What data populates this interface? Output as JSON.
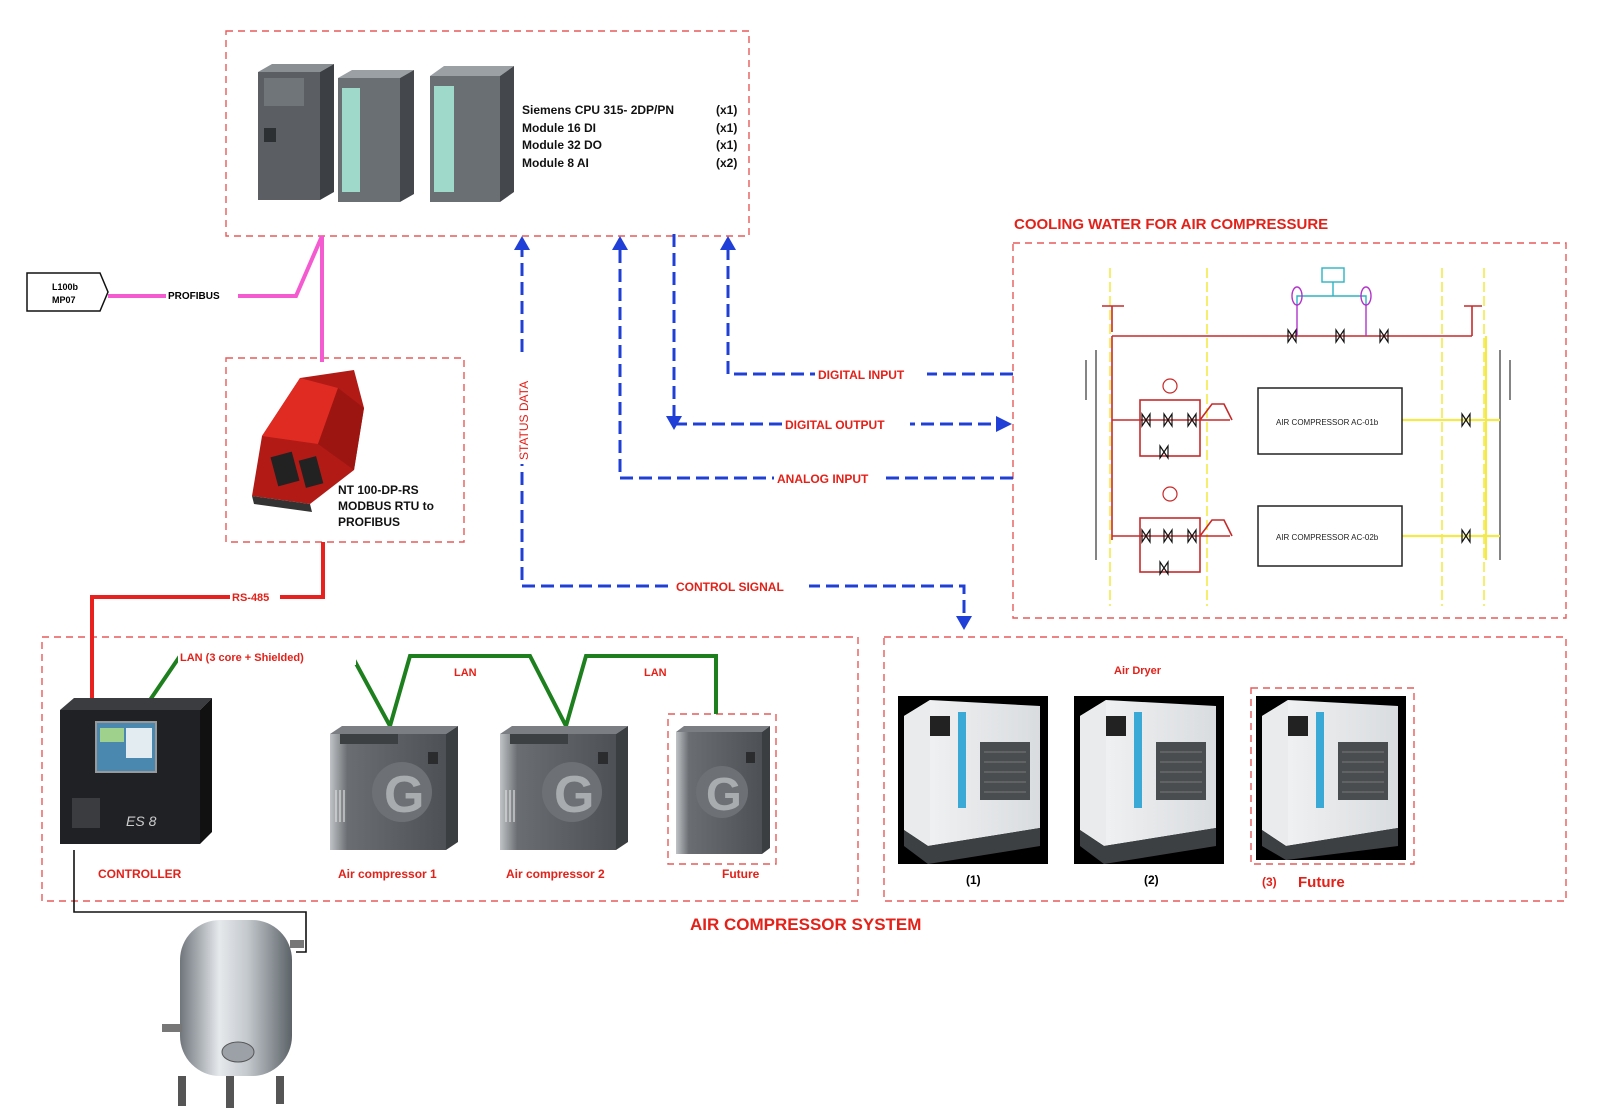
{
  "colors": {
    "accent_red": "#e32119",
    "signal_blue": "#1f3fd6",
    "profibus_pink": "#f45bd0",
    "rs485_red": "#e8201e",
    "lan_green": "#1d7f1d"
  },
  "plc": {
    "items": [
      {
        "name": "Siemens CPU 315- 2DP/PN",
        "qty": "(x1)"
      },
      {
        "name": "Module 16 DI",
        "qty": "(x1)"
      },
      {
        "name": "Module 32 DO",
        "qty": "(x1)"
      },
      {
        "name": "Module  8 AI",
        "qty": "(x2)"
      }
    ]
  },
  "hmi": {
    "line1": "L100b",
    "line2": "MP07"
  },
  "links": {
    "profibus": "PROFIBUS",
    "rs485": "RS-485",
    "lan1": "LAN (3 core + Shielded)",
    "lan2": "LAN",
    "lan3": "LAN"
  },
  "gateway": {
    "line1": "NT 100-DP-RS",
    "line2": "MODBUS RTU to",
    "line3": "PROFIBUS"
  },
  "signals": {
    "status_data": "STATUS DATA",
    "digital_input": "DIGITAL INPUT",
    "digital_output": "DIGITAL OUTPUT",
    "analog_input": "ANALOG INPUT",
    "control_signal": "CONTROL SIGNAL"
  },
  "cooling": {
    "title": "COOLING WATER FOR AIR COMPRESSURE",
    "compressor_b": "AIR COMPRESSOR AC-01b",
    "compressor_a": "AIR COMPRESSOR AC-02b"
  },
  "system": {
    "title": "AIR COMPRESSOR SYSTEM",
    "controller": "CONTROLLER",
    "compressor1": "Air compressor 1",
    "compressor2": "Air compressor 2",
    "future": "Future"
  },
  "dryers": {
    "title": "Air Dryer",
    "d1": "(1)",
    "d2": "(2)",
    "d3_num": "(3)",
    "d3_label": "Future"
  }
}
